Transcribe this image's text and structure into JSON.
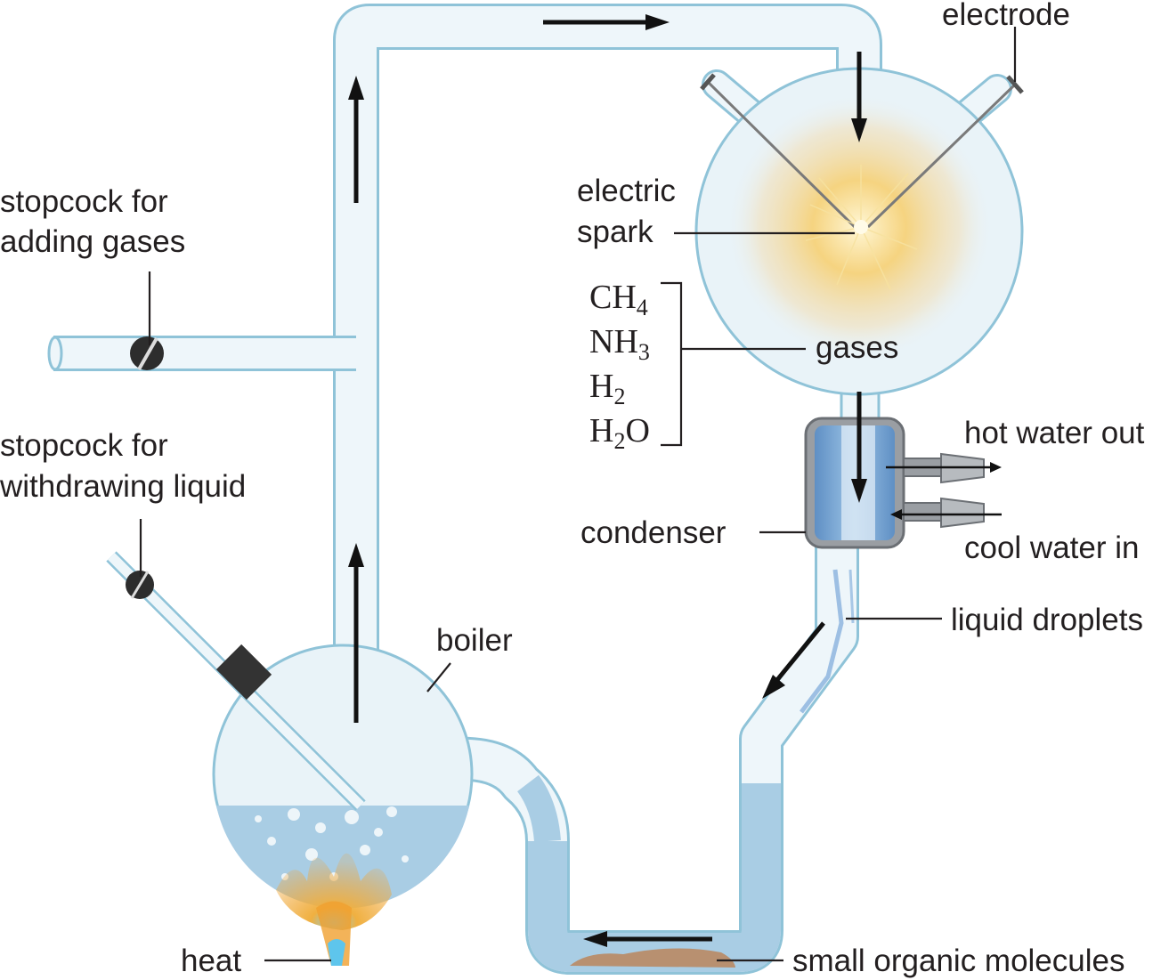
{
  "labels": {
    "electrode": "electrode",
    "electric_spark": [
      "electric",
      "spark"
    ],
    "stopcock_gases": [
      "stopcock for",
      "adding gases"
    ],
    "stopcock_liquid": [
      "stopcock for",
      "withdrawing liquid"
    ],
    "gases": "gases",
    "hot_water_out": "hot water out",
    "cool_water_in": "cool water in",
    "condenser": "condenser",
    "liquid_droplets": "liquid droplets",
    "boiler": "boiler",
    "heat": "heat",
    "small_organic_molecules": "small organic molecules"
  },
  "gas_formulas": [
    {
      "base": "CH",
      "sub": "4",
      "tail": ""
    },
    {
      "base": "NH",
      "sub": "3",
      "tail": ""
    },
    {
      "base": "H",
      "sub": "2",
      "tail": ""
    },
    {
      "base": "H",
      "sub": "2",
      "tail": "O"
    }
  ],
  "colors": {
    "glass": "#e9f3f8",
    "glass_edge": "#8fc3d8",
    "water": "#a9cde4",
    "flame": "#f2a33a",
    "spark": "#f6d27a",
    "sediment": "#b89070",
    "ink": "#231f20"
  }
}
